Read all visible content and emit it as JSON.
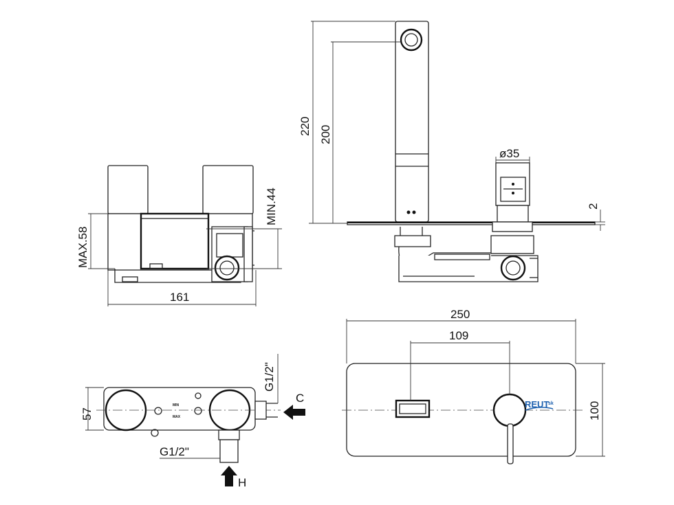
{
  "dimensions": {
    "total_height": "220",
    "spout_height": "200",
    "handle_diameter": "ø35",
    "plate_thickness": "2",
    "body_max": "MAX.58",
    "body_min": "MIN.44",
    "body_width": "161",
    "plate_width": "250",
    "handle_offset": "109",
    "plate_height": "100",
    "body_depth": "57",
    "inlet_right": "G1/2\"",
    "inlet_bottom": "G1/2\""
  },
  "labels": {
    "cold": "C",
    "hot": "H",
    "min_mark": "MIN",
    "max_mark": "MAX"
  },
  "logo": {
    "name": "REUT",
    "suffix": "sk",
    "color": "#1f62b0"
  },
  "colors": {
    "line": "#222222",
    "background": "#ffffff"
  }
}
